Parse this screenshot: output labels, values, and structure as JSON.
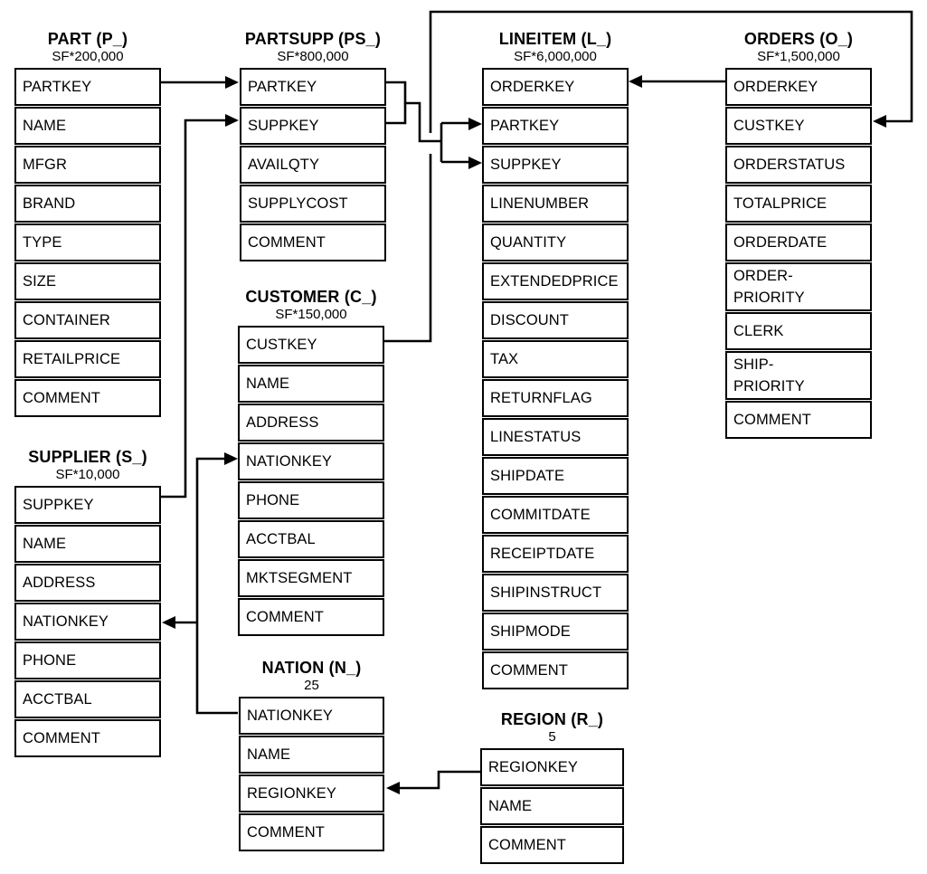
{
  "diagram": {
    "kind": "database-schema",
    "colors": {
      "line": "#000000",
      "background": "#ffffff",
      "text": "#000000"
    },
    "tables": [
      {
        "id": "part",
        "name": "PART (P_)",
        "cardinality": "SF*200,000",
        "fields": [
          "PARTKEY",
          "NAME",
          "MFGR",
          "BRAND",
          "TYPE",
          "SIZE",
          "CONTAINER",
          "RETAILPRICE",
          "COMMENT"
        ]
      },
      {
        "id": "partsupp",
        "name": "PARTSUPP (PS_)",
        "cardinality": "SF*800,000",
        "fields": [
          "PARTKEY",
          "SUPPKEY",
          "AVAILQTY",
          "SUPPLYCOST",
          "COMMENT"
        ]
      },
      {
        "id": "lineitem",
        "name": "LINEITEM (L_)",
        "cardinality": "SF*6,000,000",
        "fields": [
          "ORDERKEY",
          "PARTKEY",
          "SUPPKEY",
          "LINENUMBER",
          "QUANTITY",
          "EXTENDEDPRICE",
          "DISCOUNT",
          "TAX",
          "RETURNFLAG",
          "LINESTATUS",
          "SHIPDATE",
          "COMMITDATE",
          "RECEIPTDATE",
          "SHIPINSTRUCT",
          "SHIPMODE",
          "COMMENT"
        ]
      },
      {
        "id": "orders",
        "name": "ORDERS (O_)",
        "cardinality": "SF*1,500,000",
        "fields": [
          "ORDERKEY",
          "CUSTKEY",
          "ORDERSTATUS",
          "TOTALPRICE",
          "ORDERDATE",
          "ORDER-\nPRIORITY",
          "CLERK",
          "SHIP-\nPRIORITY",
          "COMMENT"
        ]
      },
      {
        "id": "customer",
        "name": "CUSTOMER (C_)",
        "cardinality": "SF*150,000",
        "fields": [
          "CUSTKEY",
          "NAME",
          "ADDRESS",
          "NATIONKEY",
          "PHONE",
          "ACCTBAL",
          "MKTSEGMENT",
          "COMMENT"
        ]
      },
      {
        "id": "supplier",
        "name": "SUPPLIER (S_)",
        "cardinality": "SF*10,000",
        "fields": [
          "SUPPKEY",
          "NAME",
          "ADDRESS",
          "NATIONKEY",
          "PHONE",
          "ACCTBAL",
          "COMMENT"
        ]
      },
      {
        "id": "nation",
        "name": "NATION (N_)",
        "cardinality": "25",
        "fields": [
          "NATIONKEY",
          "NAME",
          "REGIONKEY",
          "COMMENT"
        ]
      },
      {
        "id": "region",
        "name": "REGION (R_)",
        "cardinality": "5",
        "fields": [
          "REGIONKEY",
          "NAME",
          "COMMENT"
        ]
      }
    ],
    "relationships": [
      {
        "from": "PART.PARTKEY",
        "to": "PARTSUPP.PARTKEY"
      },
      {
        "from": "SUPPLIER.SUPPKEY",
        "to": "PARTSUPP.SUPPKEY"
      },
      {
        "from": "PARTSUPP.PARTKEY",
        "to": "LINEITEM.PARTKEY"
      },
      {
        "from": "PARTSUPP.SUPPKEY",
        "to": "LINEITEM.SUPPKEY"
      },
      {
        "from": "ORDERS.ORDERKEY",
        "to": "LINEITEM.ORDERKEY"
      },
      {
        "from": "CUSTOMER.CUSTKEY",
        "to": "ORDERS.CUSTKEY"
      },
      {
        "from": "NATION.NATIONKEY",
        "to": "CUSTOMER.NATIONKEY"
      },
      {
        "from": "NATION.NATIONKEY",
        "to": "SUPPLIER.NATIONKEY"
      },
      {
        "from": "REGION.REGIONKEY",
        "to": "NATION.REGIONKEY"
      }
    ]
  }
}
